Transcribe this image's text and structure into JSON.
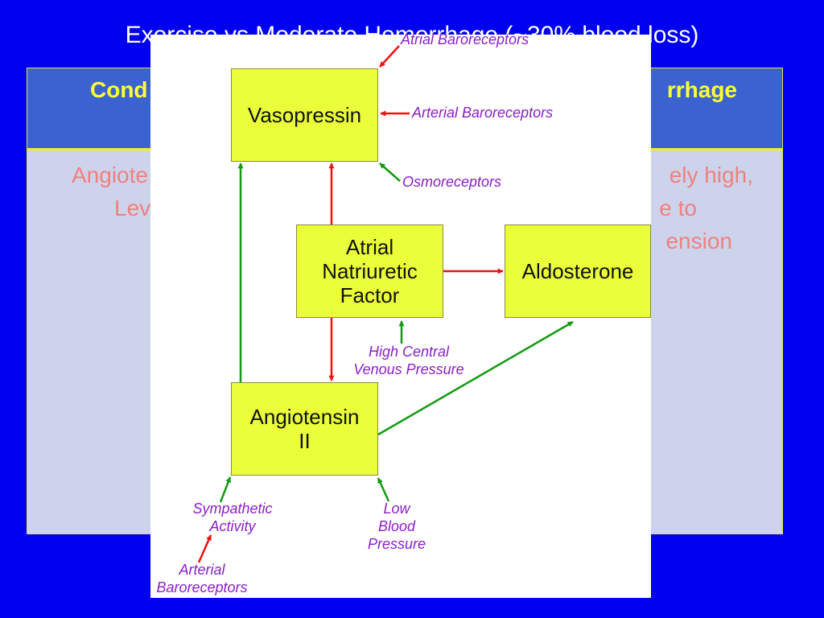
{
  "slide": {
    "title": "Exercise vs Moderate Hemorrhage (~30% blood loss)"
  },
  "table": {
    "header_left": "Cond",
    "header_right": "rrhage",
    "cells": {
      "left_line1": "Angiote",
      "left_line2": "Lev",
      "right_line1": "ely high,",
      "right_line2": "e to",
      "right_line3": "ension"
    }
  },
  "diagram": {
    "boxes": {
      "vasopressin": "Vasopressin",
      "anf": "Atrial\nNatriuretic\nFactor",
      "aldosterone": "Aldosterone",
      "angiotensin": "Angiotensin\nII"
    },
    "labels": {
      "atrial_baroreceptors": "Atrial Baroreceptors",
      "arterial_baroreceptors_top": "Arterial Baroreceptors",
      "osmoreceptors": "Osmoreceptors",
      "high_central_venous_pressure": "High Central\nVenous Pressure",
      "sympathetic_activity": "Sympathetic\nActivity",
      "low_blood_pressure": "Low\nBlood\nPressure",
      "arterial_baroreceptors_bottom": "Arterial\nBaroreceptors"
    },
    "colors": {
      "inhibit_arrow": "#ee1111",
      "stimulate_arrow": "#129a12",
      "box_fill": "#eaff3a",
      "label_text": "#8a1fc8"
    }
  }
}
